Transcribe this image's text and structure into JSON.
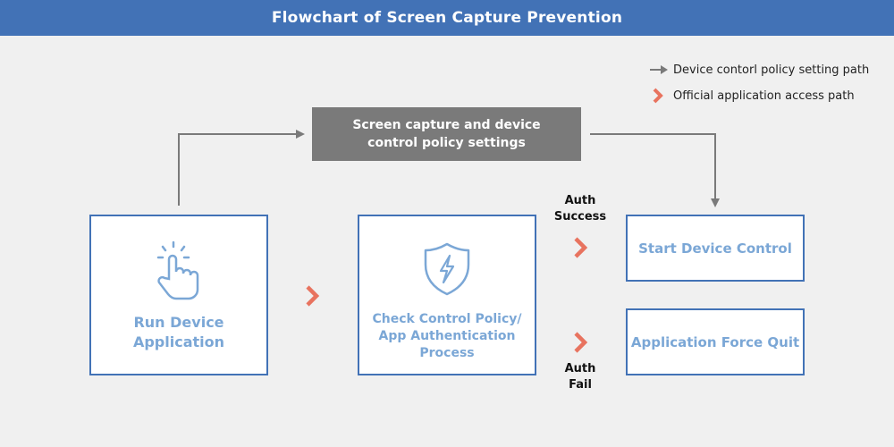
{
  "title": "Flowchart of Screen Capture Prevention",
  "legend": {
    "gray_path_label": "Device contorl policy setting path",
    "red_path_label": "Official application access path"
  },
  "nodes": {
    "settings": "Screen capture and device\ncontrol policy settings",
    "run_device": "Run Device\nApplication",
    "check_policy": "Check Control Policy/\nApp Authentication\nProcess",
    "start_control": "Start Device Control",
    "force_quit": "Application Force Quit"
  },
  "labels": {
    "auth_success": "Auth\nSuccess",
    "auth_fail": "Auth\nFail"
  },
  "icons": {
    "run_device": "tap-hand-icon",
    "check_policy": "shield-lightning-icon"
  },
  "colors": {
    "header": "#4272b6",
    "node_border": "#4272b6",
    "node_text": "#7ba7d6",
    "settings_box": "#7a7a7a",
    "gray_path": "#7a7a7a",
    "red_path": "#e8735f"
  }
}
